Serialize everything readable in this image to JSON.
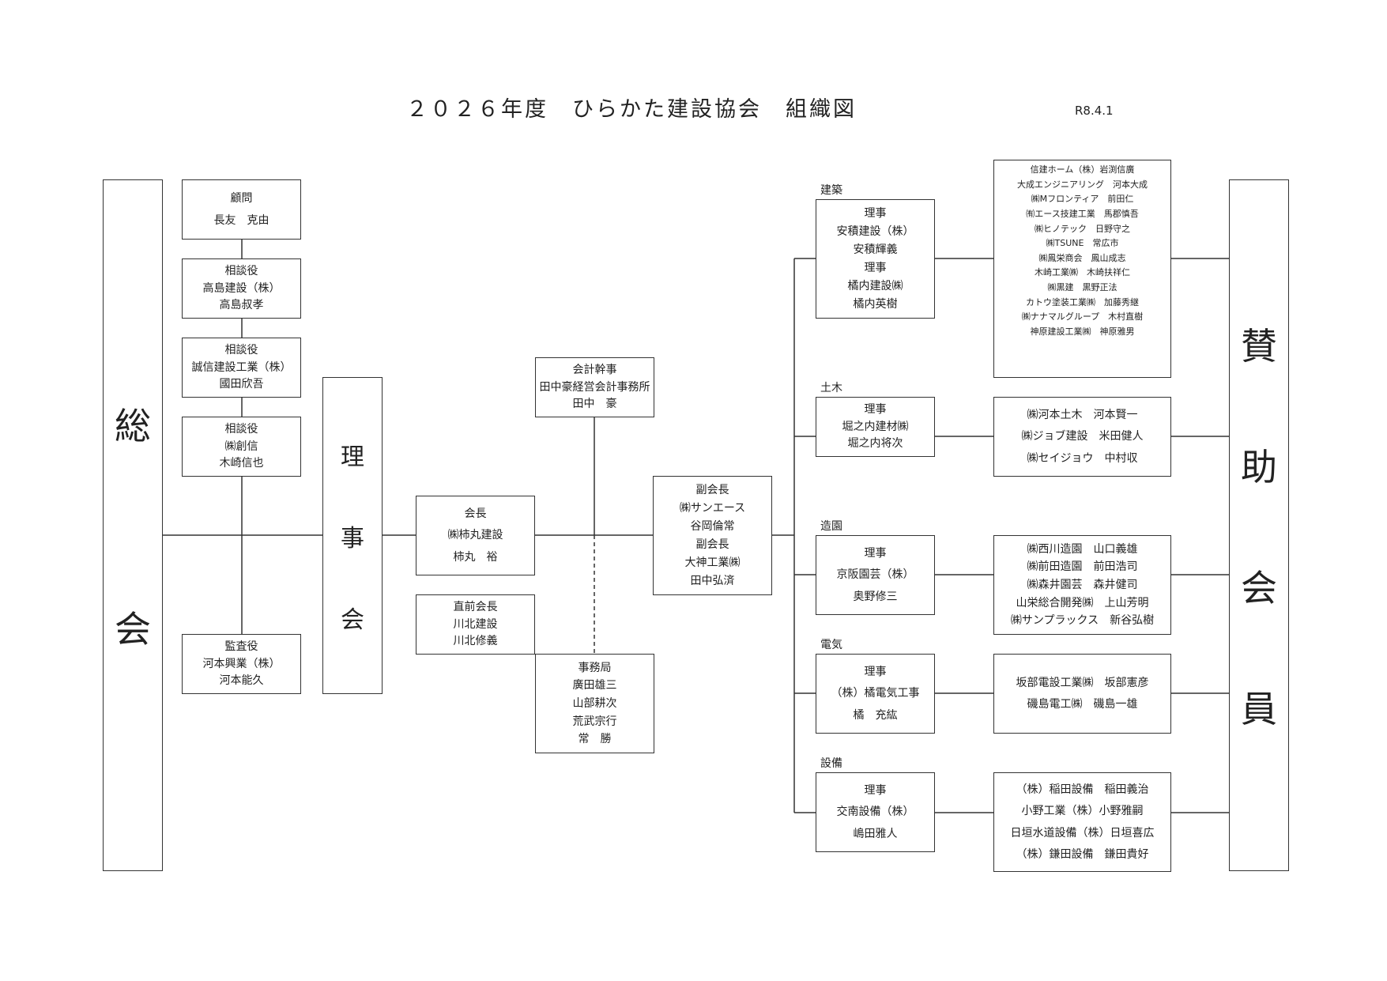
{
  "header": {
    "title": "２０２６年度　ひらかた建設協会　組織図",
    "date": "R8.4.1"
  },
  "general_assembly": [
    "総",
    "会"
  ],
  "board": [
    "理",
    "事",
    "会"
  ],
  "supporting_members": [
    "賛",
    "助",
    "会",
    "員"
  ],
  "advisor": [
    "顧問",
    "長友　克由"
  ],
  "consultants": [
    [
      "相談役",
      "高島建設（株）",
      "高島叔孝"
    ],
    [
      "相談役",
      "誠信建設工業（株）",
      "國田欣吾"
    ],
    [
      "相談役",
      "㈱創信",
      "木崎信也"
    ]
  ],
  "auditor": [
    "監査役",
    "河本興業（株）",
    "河本能久"
  ],
  "chairman": [
    "会長",
    "㈱柿丸建設",
    "柿丸　裕"
  ],
  "former_chairman": [
    "直前会長",
    "川北建設",
    "川北修義"
  ],
  "accounting": [
    "会計幹事",
    "田中豪経営会計事務所",
    "田中　豪"
  ],
  "secretariat": [
    "事務局",
    "廣田雄三",
    "山部耕次",
    "荒武宗行",
    "常　勝"
  ],
  "vice_chairmen": [
    "副会長",
    "㈱サンエース",
    "谷岡倫常",
    "副会長",
    "大神工業㈱",
    "田中弘済"
  ],
  "divisions": [
    {
      "category": "建築",
      "directors": [
        "理事",
        "安積建設（株）",
        "安積輝義",
        "理事",
        "橘内建設㈱",
        "橘内英樹"
      ],
      "members": [
        "信建ホーム（株）岩渕信廣",
        "大成エンジニアリング　河本大成",
        "㈱Mフロンティア　前田仁",
        "㈲エース技建工業　馬郡慎吾",
        "㈱ヒノテック　日野守之",
        "㈱TSUNE　常広市",
        "㈱鳳栄商会　鳳山成志",
        "木崎工業㈱　木崎扶祥仁",
        "㈱黒建　黒野正法",
        "カトウ塗装工業㈱　加藤秀継",
        "㈱ナナマルグループ　木村直樹",
        "神原建設工業㈱　神原雅男"
      ]
    },
    {
      "category": "土木",
      "directors": [
        "理事",
        "堀之内建材㈱",
        "堀之内将次"
      ],
      "members": [
        "㈱河本土木　河本賢一",
        "㈱ジョブ建設　米田健人",
        "㈱セイジョウ　中村収"
      ]
    },
    {
      "category": "造園",
      "directors": [
        "理事",
        "京阪園芸（株）",
        "奥野修三"
      ],
      "members": [
        "㈱西川造園　山口義雄",
        "㈱前田造園　前田浩司",
        "㈱森井園芸　森井健司",
        "山栄総合開発㈱　上山芳明",
        "㈱サンプラックス　新谷弘樹"
      ]
    },
    {
      "category": "電気",
      "directors": [
        "理事",
        "（株）橘電気工事",
        "橘　充紘"
      ],
      "members": [
        "坂部電設工業㈱　坂部憲彦",
        "磯島電工㈱　磯島一雄"
      ]
    },
    {
      "category": "設備",
      "directors": [
        "理事",
        "交南設備（株）",
        "嶋田雅人"
      ],
      "members": [
        "（株）稲田設備　稲田義治",
        "小野工業（株）小野雅嗣",
        "日垣水道設備（株）日垣喜広",
        "（株）鎌田設備　鎌田貴好"
      ]
    }
  ]
}
